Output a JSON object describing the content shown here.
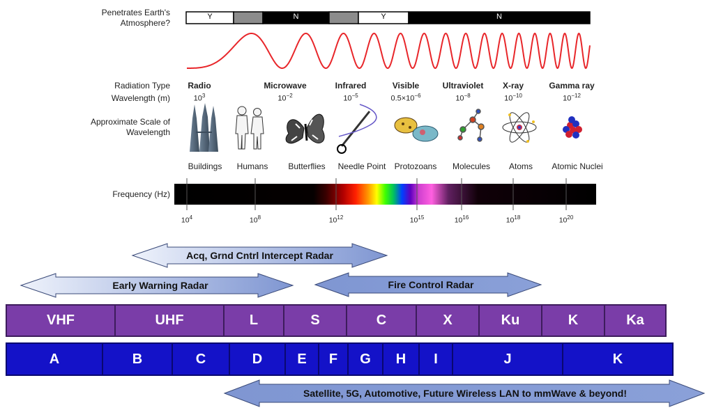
{
  "atmosphere": {
    "label": "Penetrates Earth's Atmosphere?",
    "segments": [
      {
        "text": "Y",
        "color": "#ffffff"
      },
      {
        "text": "",
        "color": "#8c8c8c"
      },
      {
        "text": "N",
        "color": "#000000"
      },
      {
        "text": "",
        "color": "#8c8c8c"
      },
      {
        "text": "Y",
        "color": "#ffffff"
      },
      {
        "text": "N",
        "color": "#000000"
      }
    ]
  },
  "labels": {
    "radiation_type": "Radiation Type",
    "wavelength": "Wavelength (m)",
    "approx_scale": "Approximate Scale of Wavelength",
    "frequency": "Frequency (Hz)"
  },
  "radiation": [
    {
      "type": "Radio",
      "wavelength": "10",
      "exp": "3"
    },
    {
      "type": "Microwave",
      "wavelength": "10",
      "exp": "−2"
    },
    {
      "type": "Infrared",
      "wavelength": "10",
      "exp": "−5"
    },
    {
      "type": "Visible",
      "wavelength": "0.5×10",
      "exp": "−6"
    },
    {
      "type": "Ultraviolet",
      "wavelength": "10",
      "exp": "−8"
    },
    {
      "type": "X-ray",
      "wavelength": "10",
      "exp": "−10"
    },
    {
      "type": "Gamma ray",
      "wavelength": "10",
      "exp": "−12"
    }
  ],
  "scales": [
    "Buildings",
    "Humans",
    "Butterflies",
    "Needle Point",
    "Protozoans",
    "Molecules",
    "Atoms",
    "Atomic Nuclei"
  ],
  "freq_ticks": [
    {
      "base": "10",
      "exp": "4"
    },
    {
      "base": "10",
      "exp": "8"
    },
    {
      "base": "10",
      "exp": "12"
    },
    {
      "base": "10",
      "exp": "15"
    },
    {
      "base": "10",
      "exp": "16"
    },
    {
      "base": "10",
      "exp": "18"
    },
    {
      "base": "10",
      "exp": "20"
    }
  ],
  "arrows": {
    "acq": "Acq, Grnd Cntrl Intercept Radar",
    "early": "Early Warning Radar",
    "fire": "Fire Control Radar",
    "satellite": "Satellite, 5G, Automotive, Future Wireless LAN to mmWave & beyond!"
  },
  "ieee_bands": [
    "VHF",
    "UHF",
    "L",
    "S",
    "C",
    "X",
    "Ku",
    "K",
    "Ka"
  ],
  "nato_bands": [
    "A",
    "B",
    "C",
    "D",
    "E",
    "F",
    "G",
    "H",
    "I",
    "J",
    "K"
  ],
  "colors": {
    "ieee": "#7a3da8",
    "nato": "#1412c8",
    "wave": "#e8262a",
    "arrow_light": "#dbe3f3",
    "arrow_dark": "#7f96d2"
  }
}
